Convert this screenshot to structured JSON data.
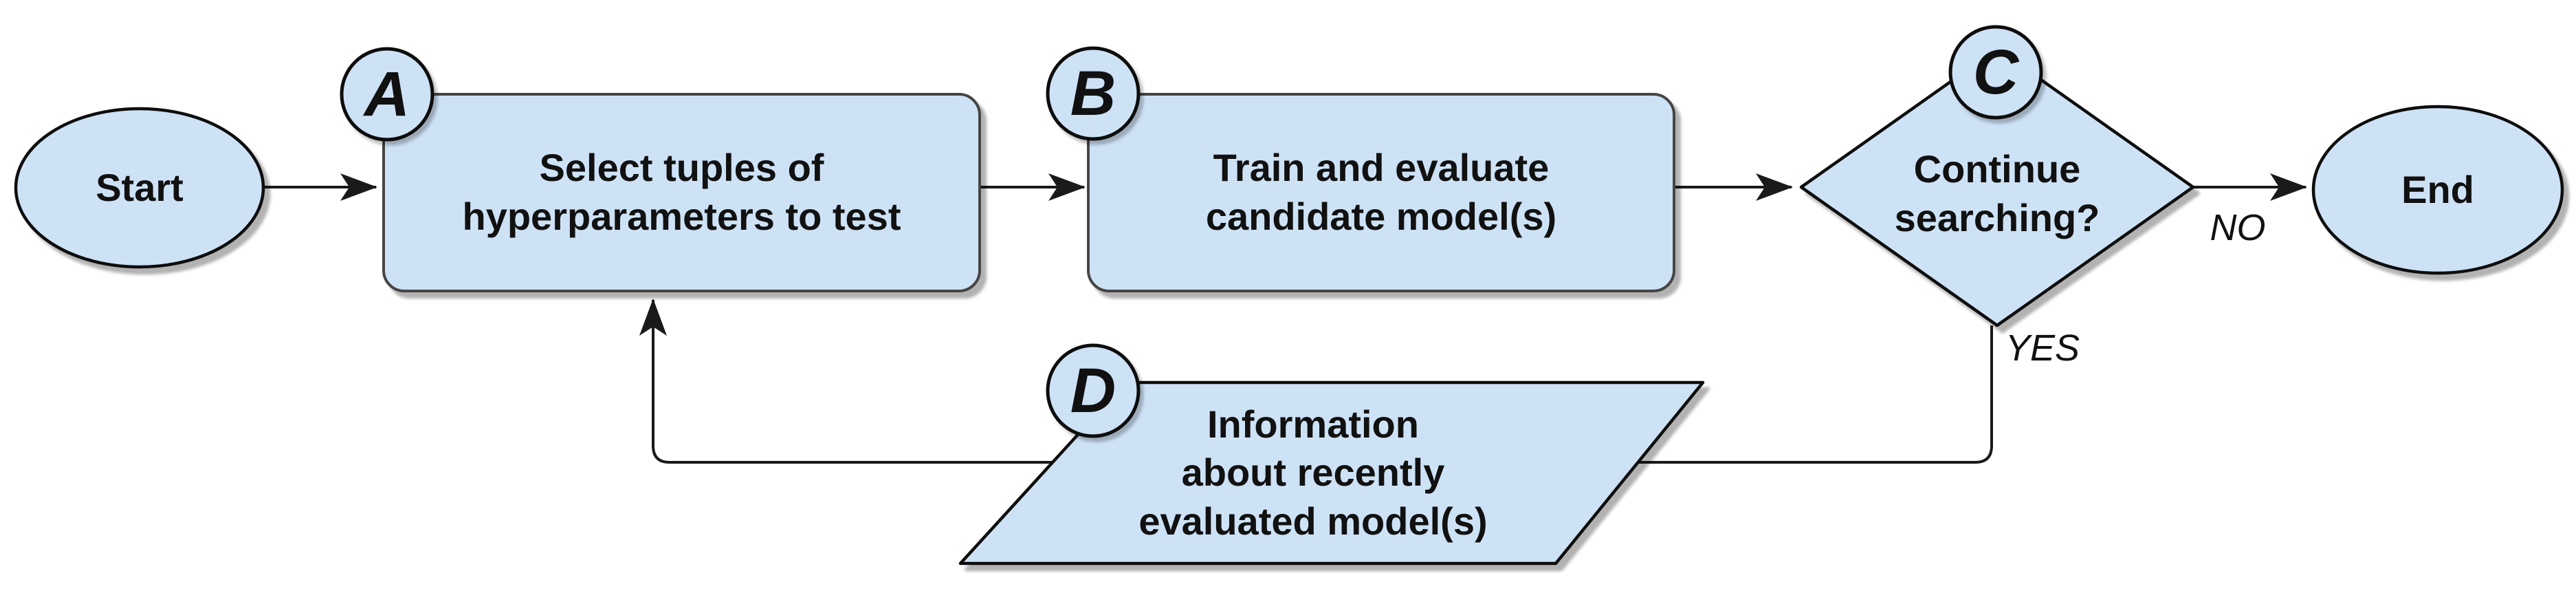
{
  "colors": {
    "node_fill": "#cee2f6",
    "node_border": "#0d0d0d",
    "process_box_border": "#454545",
    "line": "#1a1a1a",
    "text": "#111111",
    "background": "#ffffff"
  },
  "nodes": {
    "start": {
      "label": "Start"
    },
    "a": {
      "badge": "A",
      "label": "Select tuples of\nhyperparameters to test"
    },
    "b": {
      "badge": "B",
      "label": "Train and evaluate\ncandidate model(s)"
    },
    "c": {
      "badge": "C",
      "label": "Continue\nsearching?"
    },
    "d": {
      "badge": "D",
      "label": "Information\nabout recently\nevaluated model(s)"
    },
    "end": {
      "label": "End"
    }
  },
  "edges": {
    "no_label": "NO",
    "yes_label": "YES"
  },
  "connections": [
    {
      "from": "Start",
      "to": "A",
      "label": ""
    },
    {
      "from": "A",
      "to": "B",
      "label": ""
    },
    {
      "from": "B",
      "to": "C",
      "label": ""
    },
    {
      "from": "C",
      "to": "End",
      "label": "NO"
    },
    {
      "from": "C",
      "to": "D",
      "label": "YES"
    },
    {
      "from": "D",
      "to": "A",
      "label": ""
    }
  ]
}
